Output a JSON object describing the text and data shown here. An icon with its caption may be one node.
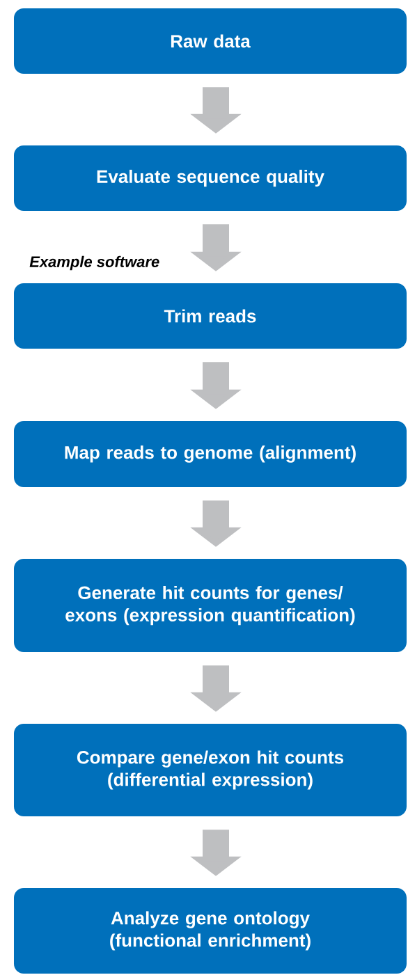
{
  "diagram": {
    "nodes": [
      {
        "text": [
          "Raw data"
        ]
      },
      {
        "text": [
          "Evaluate sequence quality"
        ]
      },
      {
        "text": [
          "Trim reads"
        ]
      },
      {
        "text": [
          "Map reads to genome (alignment)"
        ]
      },
      {
        "text": [
          "Generate hit counts for genes/ exons (expression quantification)"
        ]
      },
      {
        "text": [
          "Compare gene/exon hit counts (differential expression)"
        ]
      },
      {
        "text": [
          "Analyze gene ontology (functional enrichment)"
        ]
      }
    ],
    "edges": [
      {
        "from": 0,
        "to": 1,
        "arrow": "to"
      },
      {
        "from": 1,
        "to": 2,
        "arrow": "to"
      },
      {
        "from": 2,
        "to": 3,
        "arrow": "to"
      },
      {
        "from": 3,
        "to": 4,
        "arrow": "to"
      },
      {
        "from": 4,
        "to": 5,
        "arrow": "to"
      },
      {
        "from": 5,
        "to": 6,
        "arrow": "to"
      }
    ],
    "labels": [
      "*Example software*"
    ]
  }
}
